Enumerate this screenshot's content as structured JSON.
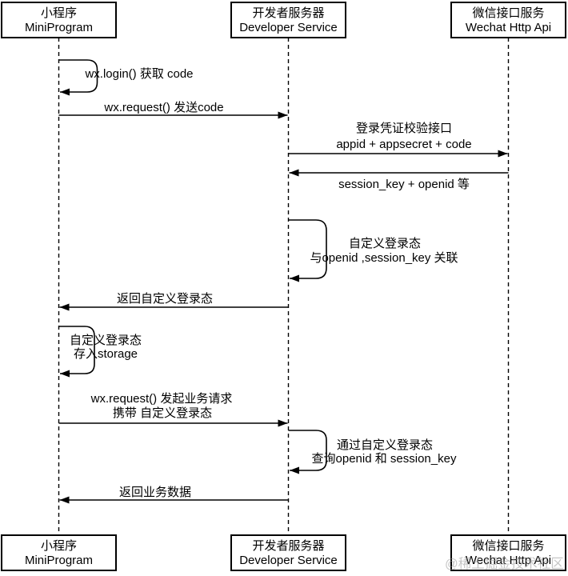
{
  "diagram": {
    "type": "uml-sequence",
    "background_color": "#ffffff",
    "line_color": "#000000",
    "watermark_color": "#999999",
    "actors": [
      {
        "id": "miniprogram",
        "name": "小程序",
        "subtitle": "MiniProgram"
      },
      {
        "id": "developer-service",
        "name": "开发者服务器",
        "subtitle": "Developer Service"
      },
      {
        "id": "wechat-http-api",
        "name": "微信接口服务",
        "subtitle": "Wechat Http Api"
      }
    ],
    "messages": [
      {
        "from": "miniprogram",
        "to": "miniprogram",
        "kind": "self",
        "lines": [
          "wx.login() 获取 code"
        ]
      },
      {
        "from": "miniprogram",
        "to": "developer-service",
        "kind": "arrow",
        "lines": [
          "wx.request() 发送code"
        ]
      },
      {
        "from": "developer-service",
        "to": "wechat-http-api",
        "kind": "arrow",
        "lines": [
          "登录凭证校验接口",
          "appid + appsecret + code"
        ]
      },
      {
        "from": "wechat-http-api",
        "to": "developer-service",
        "kind": "arrow",
        "lines": [
          "session_key + openid 等"
        ]
      },
      {
        "from": "developer-service",
        "to": "developer-service",
        "kind": "self",
        "lines": [
          "自定义登录态",
          "与openid ,session_key 关联"
        ]
      },
      {
        "from": "developer-service",
        "to": "miniprogram",
        "kind": "arrow",
        "lines": [
          "返回自定义登录态"
        ]
      },
      {
        "from": "miniprogram",
        "to": "miniprogram",
        "kind": "self",
        "lines": [
          "自定义登录态",
          "存入storage"
        ]
      },
      {
        "from": "miniprogram",
        "to": "developer-service",
        "kind": "arrow",
        "lines": [
          "wx.request() 发起业务请求",
          "携带 自定义登录态"
        ]
      },
      {
        "from": "developer-service",
        "to": "developer-service",
        "kind": "self",
        "lines": [
          "通过自定义登录态",
          "查询openid 和 session_key"
        ]
      },
      {
        "from": "developer-service",
        "to": "miniprogram",
        "kind": "arrow",
        "lines": [
          "返回业务数据"
        ]
      }
    ],
    "watermark": "@稀土掘金技术社区"
  }
}
